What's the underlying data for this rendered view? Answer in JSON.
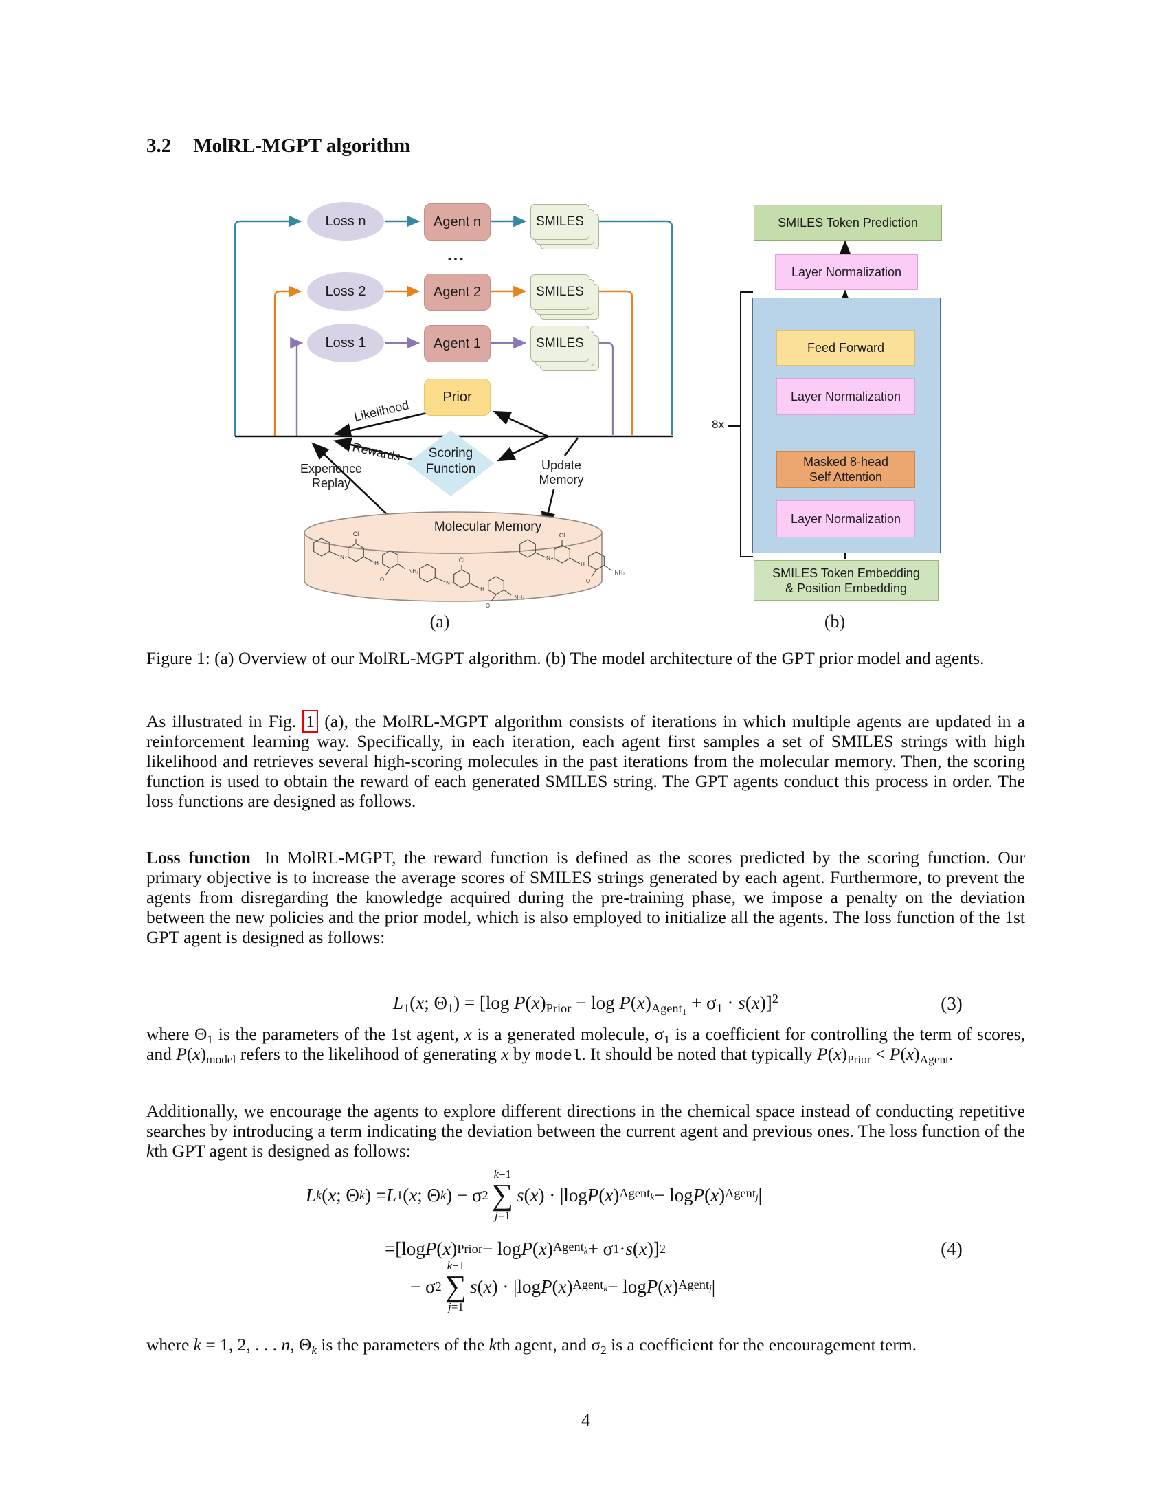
{
  "page": {
    "number": "4"
  },
  "section": {
    "number": "3.2",
    "title": "MolRL-MGPT algorithm"
  },
  "figure": {
    "panel_a": {
      "losses": [
        "Loss n",
        "Loss 2",
        "Loss 1"
      ],
      "agents": [
        "Agent n",
        "Agent 2",
        "Agent 1"
      ],
      "smiles_label": "SMILES",
      "dots": "...",
      "prior": "Prior",
      "scoring_line1": "Scoring",
      "scoring_line2": "Function",
      "memory_title": "Molecular Memory",
      "labels": {
        "likelihood": "Likelihood",
        "rewards": "Rewards",
        "experience_line1": "Experience",
        "experience_line2": "Replay",
        "update_line1": "Update",
        "update_line2": "Memory"
      },
      "molecule_atoms": [
        "Cl",
        "N",
        "H",
        "O",
        "NH₂"
      ],
      "caption_label": "(a)"
    },
    "panel_b": {
      "token_prediction": "SMILES Token Prediction",
      "layer_norm": "Layer Normalization",
      "feed_forward": "Feed Forward",
      "attention_line1": "Masked 8-head",
      "attention_line2": "Self Attention",
      "embedding_line1": "SMILES Token Embedding",
      "embedding_line2": "& Position Embedding",
      "repeat": "8x",
      "caption_label": "(b)"
    },
    "caption": "Figure 1: (a) Overview of our MolRL-MGPT algorithm. (b) The model architecture of the GPT prior model and agents."
  },
  "body": {
    "p1": "As illustrated in Fig. @{1} (a), the MolRL-MGPT algorithm consists of iterations in which multiple agents are updated in a reinforcement learning way. Specifically, in each iteration, each agent first samples a set of SMILES strings with high likelihood and retrieves several high-scoring molecules in the past iterations from the molecular memory. Then, the scoring function is used to obtain the reward of each generated SMILES string. The GPT agents conduct this process in order. The loss functions are designed as follows.",
    "p2_lead": "Loss function",
    "p2": "In MolRL-MGPT, the reward function is defined as the scores predicted by the scoring function. Our primary objective is to increase the average scores of SMILES strings generated by each agent. Furthermore, to prevent the agents from disregarding the knowledge acquired during the pre-training phase, we impose a penalty on the deviation between the new policies and the prior model, which is also employed to initialize all the agents. The loss function of the 1st GPT agent is designed as follows:",
    "eq3": {
      "math": "*L*_{1}(*x*; Θ_{1}) = [log *P*(*x*)_{Prior} − log *P*(*x*)_{Agent_{1}} + σ_{1} · *s*(*x*)]^{2}",
      "number": "(3)"
    },
    "p3": "where Θ_{1} is the parameters of the 1st agent, *x* is a generated molecule, σ_{1} is a coefficient for controlling the term of scores, and *P*(*x*)_{model} refers to the likelihood of generating *x* by ~{model}. It should be noted that typically *P*(*x*)_{Prior} < *P*(*x*)_{Agent}.",
    "p4": "Additionally, we encourage the agents to explore different directions in the chemical space instead of conducting repetitive searches by introducing a term indicating the deviation between the current agent and previous ones. The loss function of the *k*th GPT agent is designed as follows:",
    "eq4": {
      "row1": "*L*_{*k*}(*x*; Θ_{*k*}) =*L*_{1}(*x*; Θ_{*k*}) − σ_{2}§{*k*−1}{*j*=1}*s*(*x*) · |log *P*(*x*)_{Agent_{*k*}} − log *P*(*x*)_{Agent_{*j*}}|",
      "row2": "=[log *P*(*x*)_{Prior} − log *P*(*x*)_{Agent_{*k*}} + σ_{1} · *s*(*x*)]^{2}",
      "row3": "− σ_{2}§{*k*−1}{*j*=1}*s*(*x*) · |log *P*(*x*)_{Agent_{*k*}} − log *P*(*x*)_{Agent_{*j*}}|",
      "number": "(4)"
    },
    "p5": "where *k* = 1, 2, . . . *n*, Θ_{*k*} is the parameters of the *k*th agent, and σ_{2} is a coefficient for the encouragement term."
  },
  "colors": {
    "arrow_teal": "#35889e",
    "arrow_orange": "#e8821f",
    "arrow_purple": "#8a77b4",
    "loss_fill": "#d8d2e6",
    "agent_fill": "#dca8a2",
    "smiles_fill": "#ecf1e0",
    "prior_fill": "#fbdc8b",
    "scoring_fill": "#cfe8f2",
    "memory_fill": "#fae3d2",
    "prediction_green": "#c5dcab",
    "layernorm_pink": "#fbccf5",
    "block_blue": "#b9d4e9",
    "feedforward_yellow": "#fbe09a",
    "attention_orange": "#eca670",
    "embedding_green": "#cfe3bd",
    "ref_link_red": "#ee0000"
  }
}
